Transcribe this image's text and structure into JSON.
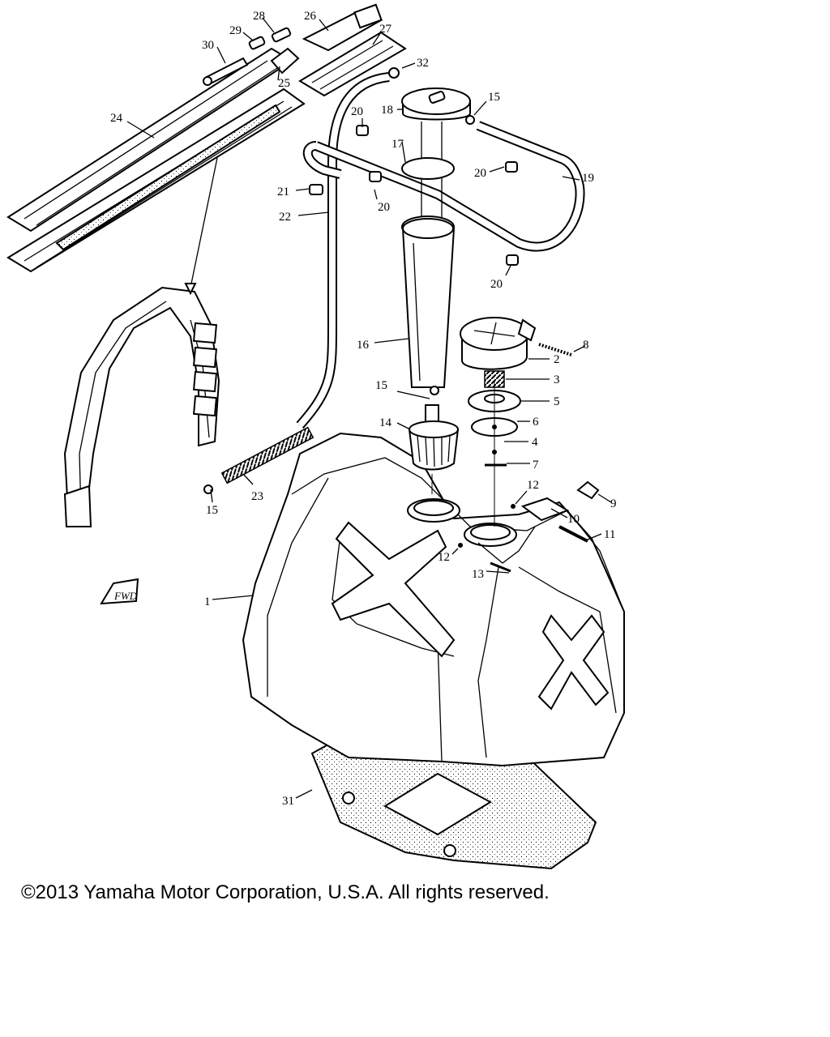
{
  "callouts": [
    {
      "id": "1",
      "text": "1"
    },
    {
      "id": "2",
      "text": "2"
    },
    {
      "id": "3",
      "text": "3"
    },
    {
      "id": "4",
      "text": "4"
    },
    {
      "id": "5",
      "text": "5"
    },
    {
      "id": "6",
      "text": "6"
    },
    {
      "id": "7",
      "text": "7"
    },
    {
      "id": "8",
      "text": "8"
    },
    {
      "id": "9",
      "text": "9"
    },
    {
      "id": "10",
      "text": "10"
    },
    {
      "id": "11",
      "text": "11"
    },
    {
      "id": "12a",
      "text": "12"
    },
    {
      "id": "12b",
      "text": "12"
    },
    {
      "id": "13",
      "text": "13"
    },
    {
      "id": "14",
      "text": "14"
    },
    {
      "id": "15a",
      "text": "15"
    },
    {
      "id": "15b",
      "text": "15"
    },
    {
      "id": "15c",
      "text": "15"
    },
    {
      "id": "16",
      "text": "16"
    },
    {
      "id": "17",
      "text": "17"
    },
    {
      "id": "18",
      "text": "18"
    },
    {
      "id": "19",
      "text": "19"
    },
    {
      "id": "20a",
      "text": "20"
    },
    {
      "id": "20b",
      "text": "20"
    },
    {
      "id": "20c",
      "text": "20"
    },
    {
      "id": "20d",
      "text": "20"
    },
    {
      "id": "21",
      "text": "21"
    },
    {
      "id": "22",
      "text": "22"
    },
    {
      "id": "23",
      "text": "23"
    },
    {
      "id": "24",
      "text": "24"
    },
    {
      "id": "25",
      "text": "25"
    },
    {
      "id": "26",
      "text": "26"
    },
    {
      "id": "27",
      "text": "27"
    },
    {
      "id": "28",
      "text": "28"
    },
    {
      "id": "29",
      "text": "29"
    },
    {
      "id": "30",
      "text": "30"
    },
    {
      "id": "31",
      "text": "31"
    },
    {
      "id": "32",
      "text": "32"
    }
  ],
  "fwd_label": "FWD",
  "copyright": "©2013 Yamaha Motor Corporation, U.S.A. All rights reserved.",
  "colors": {
    "ink": "#000000",
    "paper": "#ffffff"
  }
}
